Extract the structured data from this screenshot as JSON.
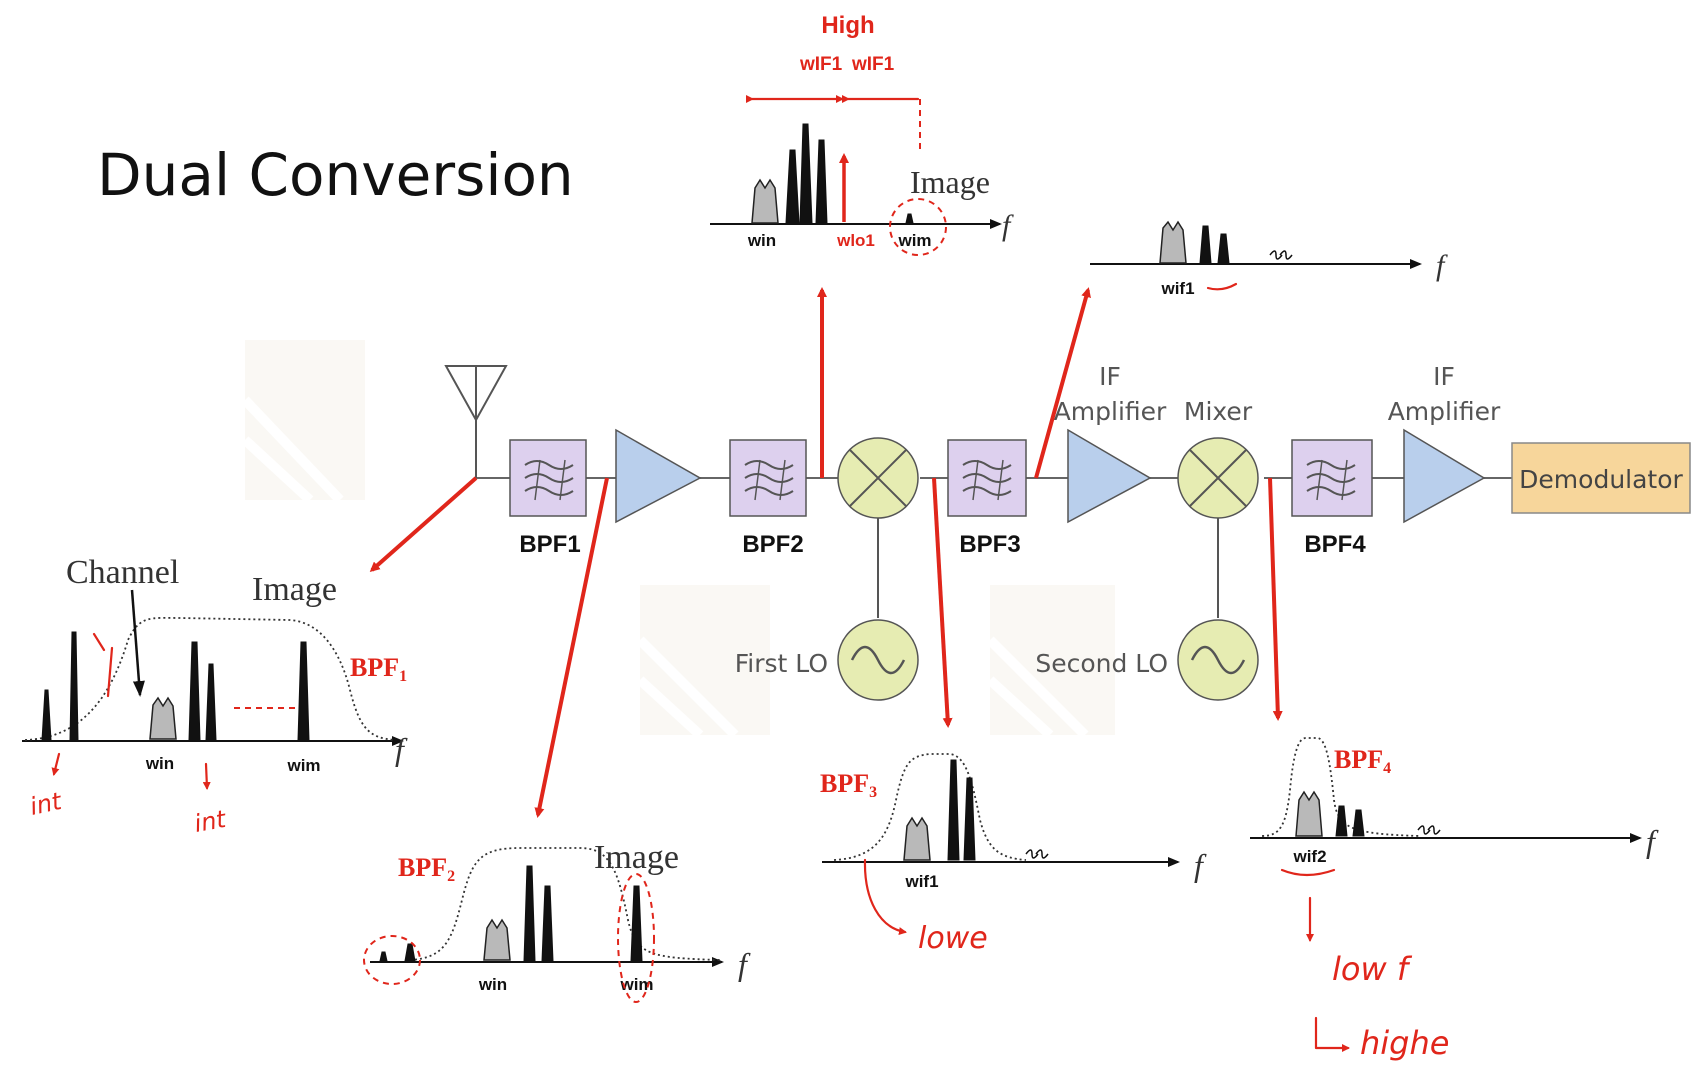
{
  "title": "Dual Conversion",
  "colors": {
    "annotation_red": "#e0261b",
    "filter_fill": "#ddd0ee",
    "amplifier_fill": "#b9cfec",
    "mixer_fill": "#e6ecb2",
    "demodulator_fill": "#f7d69b"
  },
  "blocks": {
    "bpf1": "BPF1",
    "bpf2": "BPF2",
    "bpf3": "BPF3",
    "bpf4": "BPF4",
    "if_amp1_line1": "IF",
    "if_amp1_line2": "Amplifier",
    "mixer_label": "Mixer",
    "if_amp2_line1": "IF",
    "if_amp2_line2": "Amplifier",
    "demodulator": "Demodulator",
    "first_lo": "First LO",
    "second_lo": "Second LO"
  },
  "spectrum_top": {
    "high": "High",
    "wif1_a": "wIF1",
    "wif1_b": "wIF1",
    "image": "Image",
    "win": "win",
    "wlo1": "wlo1",
    "wim": "wim",
    "f": "f"
  },
  "spectrum_if1": {
    "wif1": "wif1",
    "f": "f"
  },
  "spectrum_input": {
    "channel": "Channel",
    "image": "Image",
    "bpf": "BPF",
    "bpf_sub": "1",
    "win": "win",
    "wim": "wim",
    "f": "f",
    "int1": "int",
    "int2": "int"
  },
  "spectrum_bpf2": {
    "bpf": "BPF",
    "bpf_sub": "2",
    "image": "Image",
    "win": "win",
    "wim": "wim",
    "f": "f"
  },
  "spectrum_bpf3": {
    "bpf": "BPF",
    "bpf_sub": "3",
    "wif1": "wif1",
    "f": "f",
    "note": "lowe"
  },
  "spectrum_bpf4": {
    "bpf": "BPF",
    "bpf_sub": "4",
    "wif2": "wif2",
    "f": "f",
    "note1": "low f",
    "note2": "highe"
  }
}
